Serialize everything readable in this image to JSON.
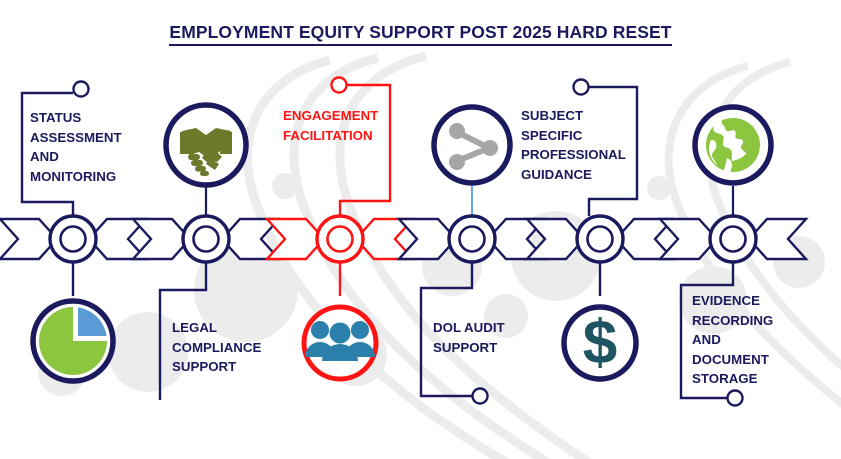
{
  "title": "EMPLOYMENT EQUITY SUPPORT POST 2025 HARD RESET",
  "colors": {
    "navy": "#1b1a5e",
    "red": "#ff1414",
    "olive_green": "#6b7a2a",
    "leaf_green": "#8cc63f",
    "blue": "#5b9bd5",
    "teal": "#1f5463",
    "gray_icon": "#a6a6a6",
    "bg_swoosh": "#ececec",
    "white": "#ffffff"
  },
  "nodes": [
    {
      "id": "node-1",
      "index": 1,
      "accent": "navy",
      "label_above": "STATUS\nASSESSMENT\nAND\nMONITORING",
      "label_below": null,
      "icon_above": null,
      "icon_below": "pie-chart-icon",
      "bracket_above_side": "left",
      "bracket_above_dot": "top-right"
    },
    {
      "id": "node-2",
      "index": 2,
      "accent": "navy",
      "label_above": null,
      "label_below": "LEGAL\nCOMPLIANCE\nSUPPORT",
      "icon_above": "handshake-icon",
      "icon_below": null,
      "bracket_below_side": "left",
      "bracket_below_dot": "none"
    },
    {
      "id": "node-3",
      "index": 3,
      "accent": "red",
      "label_above": "ENGAGEMENT\nFACILITATION",
      "label_below": null,
      "icon_above": null,
      "icon_below": "people-group-icon",
      "bracket_above_side": "right",
      "bracket_above_dot": "top-left"
    },
    {
      "id": "node-4",
      "index": 4,
      "accent": "navy",
      "label_above": null,
      "label_below": "DOL AUDIT\nSUPPORT",
      "icon_above": "share-network-icon",
      "icon_below": null,
      "bracket_below_side": "left",
      "bracket_below_dot": "bottom-right"
    },
    {
      "id": "node-5",
      "index": 5,
      "accent": "navy",
      "label_above": "SUBJECT\nSPECIFIC\nPROFESSIONAL\nGUIDANCE",
      "label_below": null,
      "icon_above": null,
      "icon_below": "dollar-sign-icon",
      "bracket_above_side": "right",
      "bracket_above_dot": "top-left"
    },
    {
      "id": "node-6",
      "index": 6,
      "accent": "navy",
      "label_above": null,
      "label_below": "EVIDENCE\nRECORDING\nAND\nDOCUMENT\nSTORAGE",
      "icon_above": "globe-icon",
      "icon_below": null,
      "bracket_below_side": "left",
      "bracket_below_dot": "bottom-center"
    }
  ],
  "labels": {
    "status_assessment": "STATUS\nASSESSMENT\nAND\nMONITORING",
    "legal_compliance": "LEGAL\nCOMPLIANCE\nSUPPORT",
    "engagement_facilitation": "ENGAGEMENT\nFACILITATION",
    "dol_audit": "DOL AUDIT\nSUPPORT",
    "subject_specific": "SUBJECT\nSPECIFIC\nPROFESSIONAL\nGUIDANCE",
    "evidence_recording": "EVIDENCE\nRECORDING\nAND\nDOCUMENT\nSTORAGE"
  }
}
